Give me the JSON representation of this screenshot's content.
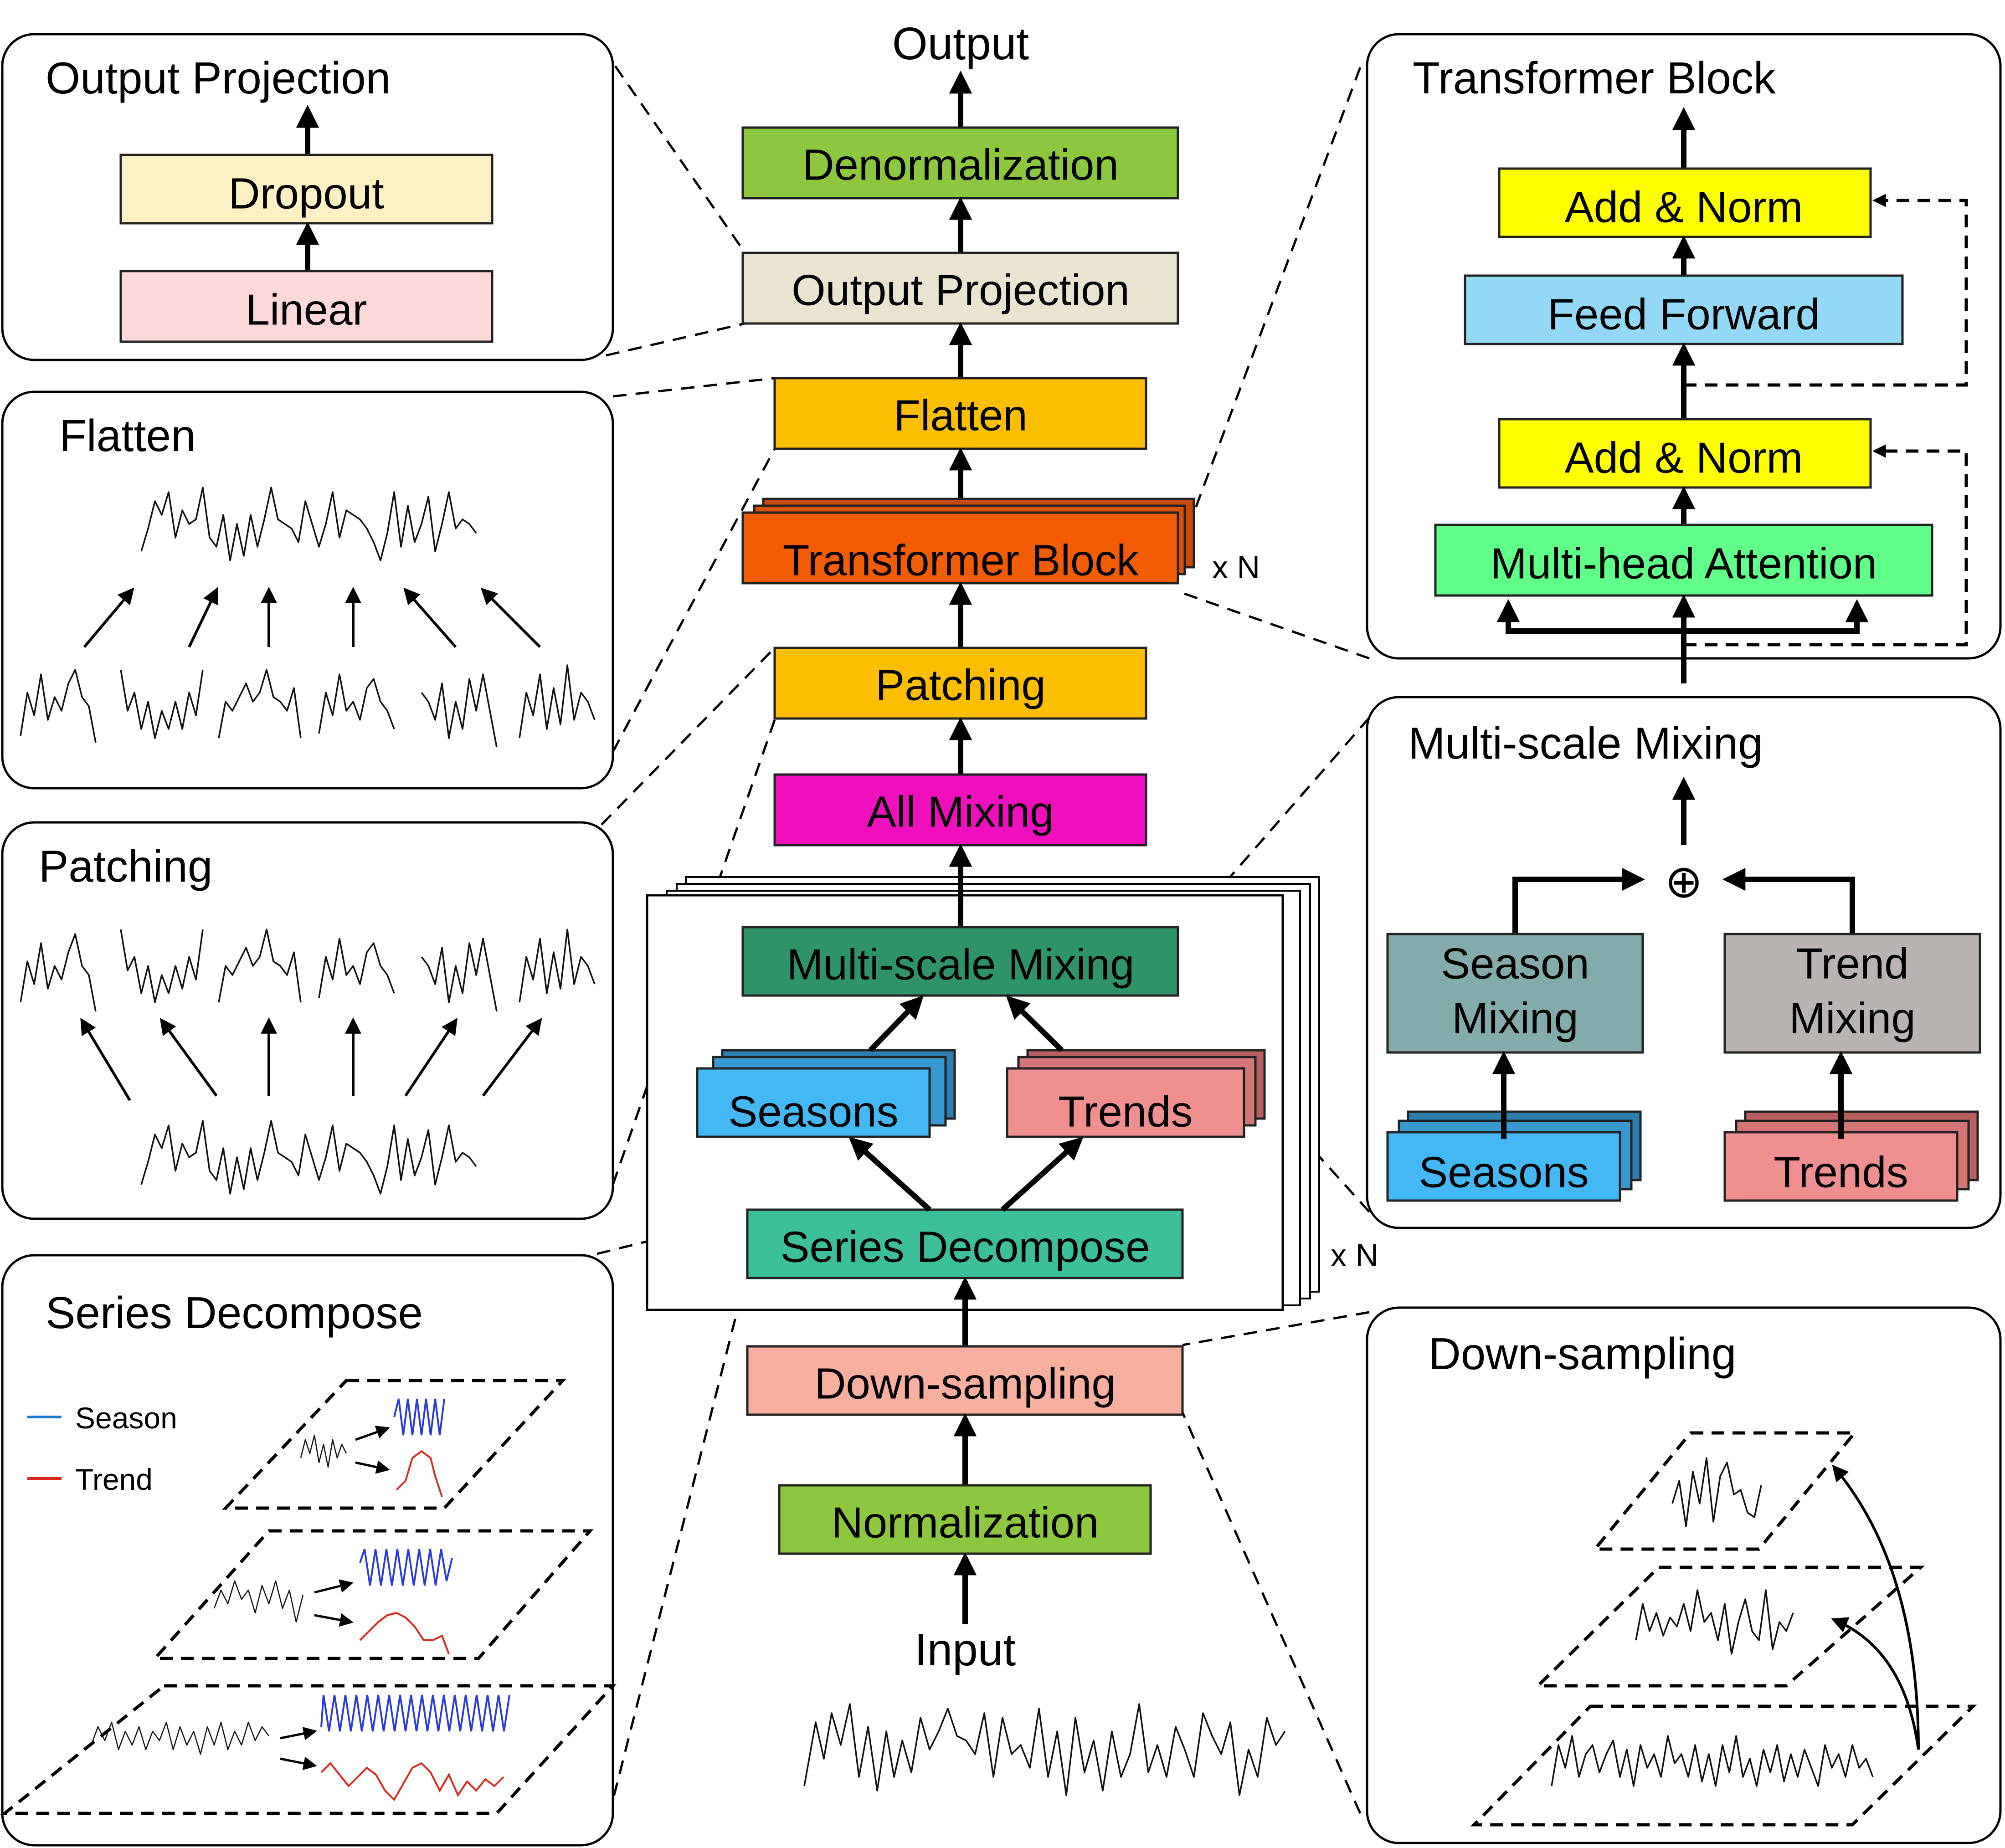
{
  "colors": {
    "denormalization": "#8dc63f",
    "output_projection": "#e8e4d0",
    "flatten": "#fbbf00",
    "transformer": "#f25c05",
    "patching": "#fbbf00",
    "all_mixing": "#f00fbd",
    "multiscale_mixing": "#2e9467",
    "seasons": "#44b8f5",
    "trends": "#f08f8f",
    "series_decompose": "#3dbf99",
    "down_sampling": "#f7b09f",
    "normalization": "#8dc63f",
    "dropout": "#fdf0c4",
    "linear": "#fdd8d8",
    "add_norm": "#ffff00",
    "feed_forward": "#93d9f7",
    "mha": "#5fff8a",
    "season_mixing": "#84abab",
    "trend_mixing": "#b9b3b1",
    "season_legend": "#1f77d4",
    "trend_legend": "#d42b1e"
  },
  "main": {
    "output": "Output",
    "input": "Input",
    "denormalization": "Denormalization",
    "output_projection": "Output Projection",
    "flatten": "Flatten",
    "transformer_block": "Transformer Block",
    "xn_top": "x N",
    "patching": "Patching",
    "all_mixing": "All Mixing",
    "multiscale_mixing": "Multi-scale Mixing",
    "seasons": "Seasons",
    "trends": "Trends",
    "series_decompose": "Series Decompose",
    "xn_bottom": "x N",
    "down_sampling": "Down-sampling",
    "normalization": "Normalization"
  },
  "panels": {
    "output_projection": {
      "title": "Output Projection",
      "dropout": "Dropout",
      "linear": "Linear"
    },
    "flatten": {
      "title": "Flatten"
    },
    "patching": {
      "title": "Patching"
    },
    "series_decompose": {
      "title": "Series Decompose",
      "legend_season": "Season",
      "legend_trend": "Trend"
    },
    "transformer_block": {
      "title": "Transformer Block",
      "add_norm_top": "Add & Norm",
      "feed_forward": "Feed Forward",
      "add_norm_bottom": "Add & Norm",
      "mha": "Multi-head Attention"
    },
    "multiscale_mixing": {
      "title": "Multi-scale Mixing",
      "oplus": "⊕",
      "season_mixing_1": "Season",
      "season_mixing_2": "Mixing",
      "trend_mixing_1": "Trend",
      "trend_mixing_2": "Mixing",
      "seasons": "Seasons",
      "trends": "Trends"
    },
    "down_sampling": {
      "title": "Down-sampling"
    }
  }
}
